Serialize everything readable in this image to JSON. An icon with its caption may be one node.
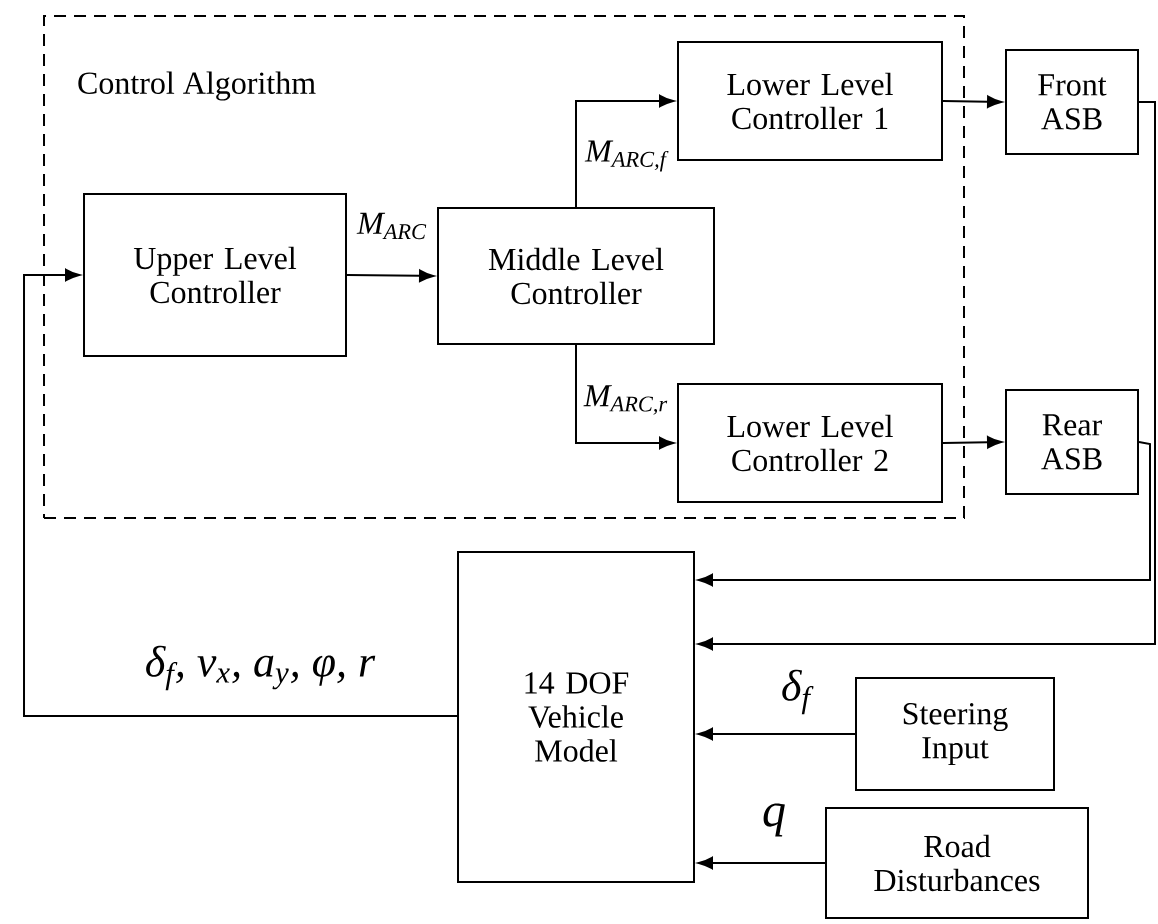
{
  "diagram": {
    "nodes": [
      {
        "text": [
          "Control Algorithm"
        ]
      },
      {
        "text": [
          "Upper Level Controller"
        ],
        "in": 0
      },
      {
        "text": [
          "Middle Level Controller"
        ],
        "in": 0
      },
      {
        "text": [
          "Lower Level Controller 1"
        ],
        "in": 0
      },
      {
        "text": [
          "Lower Level Controller 2"
        ],
        "in": 0
      },
      {
        "text": [
          "Front ASB"
        ]
      },
      {
        "text": [
          "Rear ASB"
        ]
      },
      {
        "text": [
          "14 DOF Vehicle Model"
        ]
      },
      {
        "text": [
          "Steering Input"
        ]
      },
      {
        "text": [
          "Road Disturbances"
        ]
      }
    ],
    "edges": [
      {
        "from": 1,
        "to": 2,
        "arrow": "to",
        "label": "M$_{ARC}$"
      },
      {
        "from": 2,
        "to": 3,
        "arrow": "to",
        "label": "M$_{ARC,f}$"
      },
      {
        "from": 2,
        "to": 4,
        "arrow": "to",
        "label": "M$_{ARC,r}$"
      },
      {
        "from": 3,
        "to": 5,
        "arrow": "to"
      },
      {
        "from": 4,
        "to": 6,
        "arrow": "to"
      },
      {
        "from": 5,
        "to": 7,
        "arrow": "to"
      },
      {
        "from": 6,
        "to": 7,
        "arrow": "to"
      },
      {
        "from": 7,
        "to": 1,
        "arrow": "to",
        "label": "δ$_{f}$, v$_{x}$, a$_{y}$, φ, r"
      },
      {
        "from": 8,
        "to": 7,
        "arrow": "to",
        "label": "δ$_{f}$"
      },
      {
        "from": 9,
        "to": 7,
        "arrow": "to",
        "label": "q"
      }
    ]
  }
}
